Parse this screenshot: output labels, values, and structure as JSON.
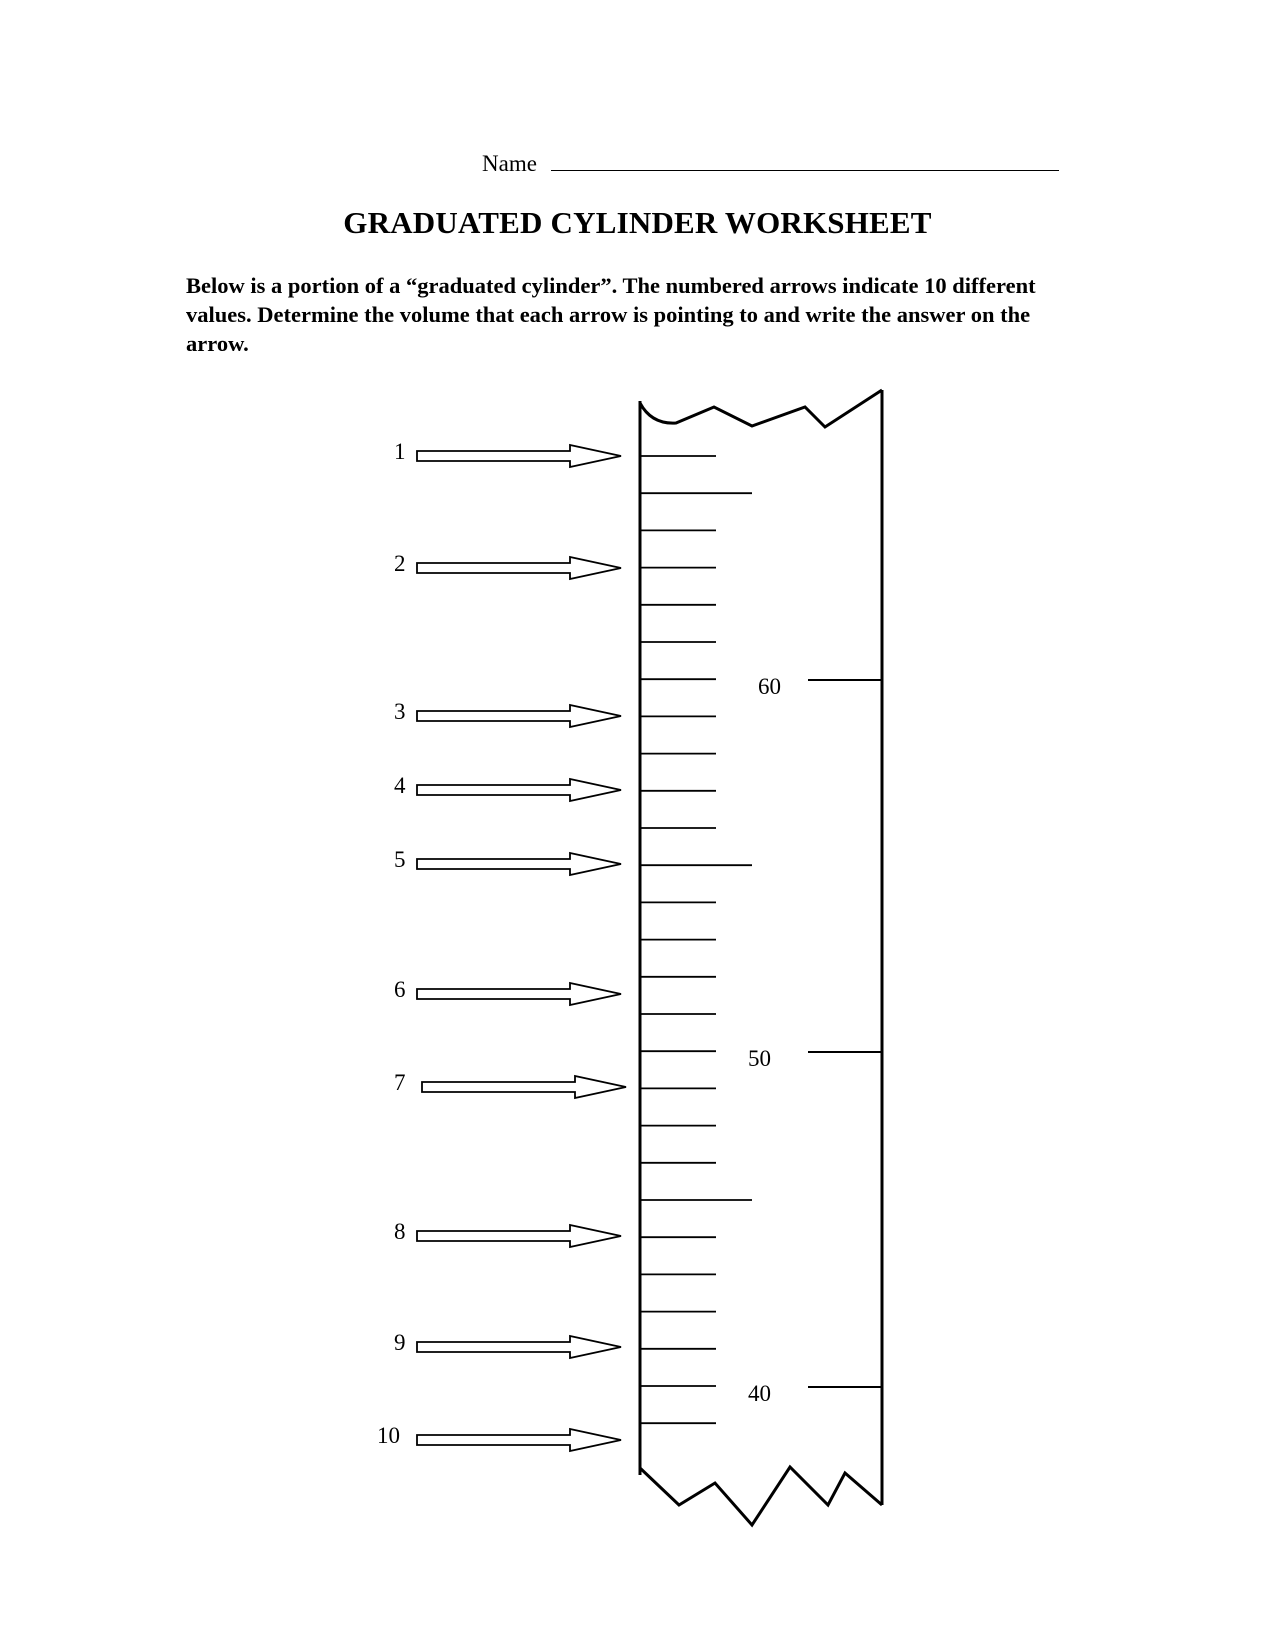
{
  "header": {
    "name_label": "Name"
  },
  "title": "GRADUATED CYLINDER WORKSHEET",
  "instructions": "Below is a portion of a  “graduated cylinder”.  The numbered arrows indicate 10 different values.  Determine the volume that each arrow is pointing to and write the answer on the arrow.",
  "cylinder": {
    "scale_labels": [
      "60",
      "50",
      "40"
    ],
    "arrow_labels": [
      "1",
      "2",
      "3",
      "4",
      "5",
      "6",
      "7",
      "8",
      "9",
      "10"
    ]
  }
}
